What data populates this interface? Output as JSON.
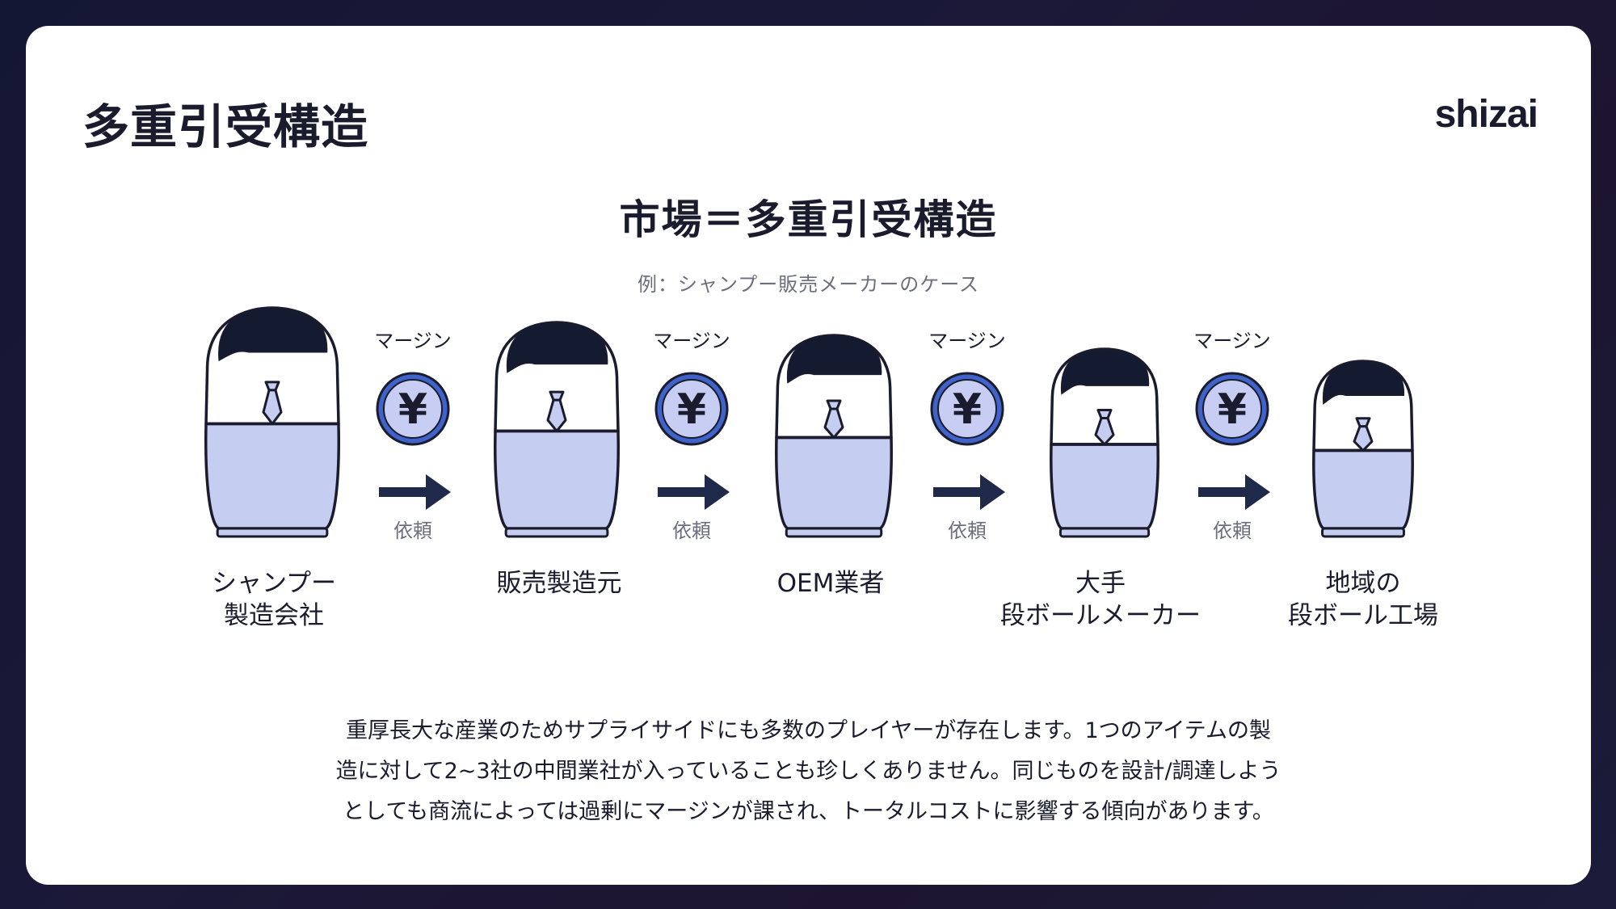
{
  "header": {
    "title": "多重引受構造",
    "brand": "shizai"
  },
  "diagram": {
    "title": "市場＝多重引受構造",
    "subtitle": "例：シャンプー販売メーカーのケース",
    "stages": [
      {
        "lines": [
          "シャンプー",
          "製造会社"
        ]
      },
      {
        "lines": [
          "販売製造元"
        ]
      },
      {
        "lines": [
          "OEM業者"
        ]
      },
      {
        "lines": [
          "大手",
          "段ボールメーカー"
        ]
      },
      {
        "lines": [
          "地域の",
          "段ボール工場"
        ]
      }
    ],
    "connectors": [
      {
        "margin_label": "マージン",
        "currency_symbol": "¥",
        "arrow_label": "依頼"
      },
      {
        "margin_label": "マージン",
        "currency_symbol": "¥",
        "arrow_label": "依頼"
      },
      {
        "margin_label": "マージン",
        "currency_symbol": "¥",
        "arrow_label": "依頼"
      },
      {
        "margin_label": "マージン",
        "currency_symbol": "¥",
        "arrow_label": "依頼"
      }
    ]
  },
  "description": {
    "lines": [
      "重厚長大な産業のためサプライサイドにも多数のプレイヤーが存在します。1つのアイテムの製",
      "造に対して2~3社の中間業社が入っていることも珍しくありません。同じものを設計/調達しよう",
      "としても商流によっては過剰にマージンが課され、トータルコストに影響する傾向があります。"
    ]
  },
  "colors": {
    "ink": "#1a1c2e",
    "doll_body": "#c5cdf0",
    "coin_fill": "#c8cdf3",
    "coin_ring": "#3f63c9",
    "muted_text": "#6b6e7d",
    "arrow": "#1f2a4a"
  }
}
